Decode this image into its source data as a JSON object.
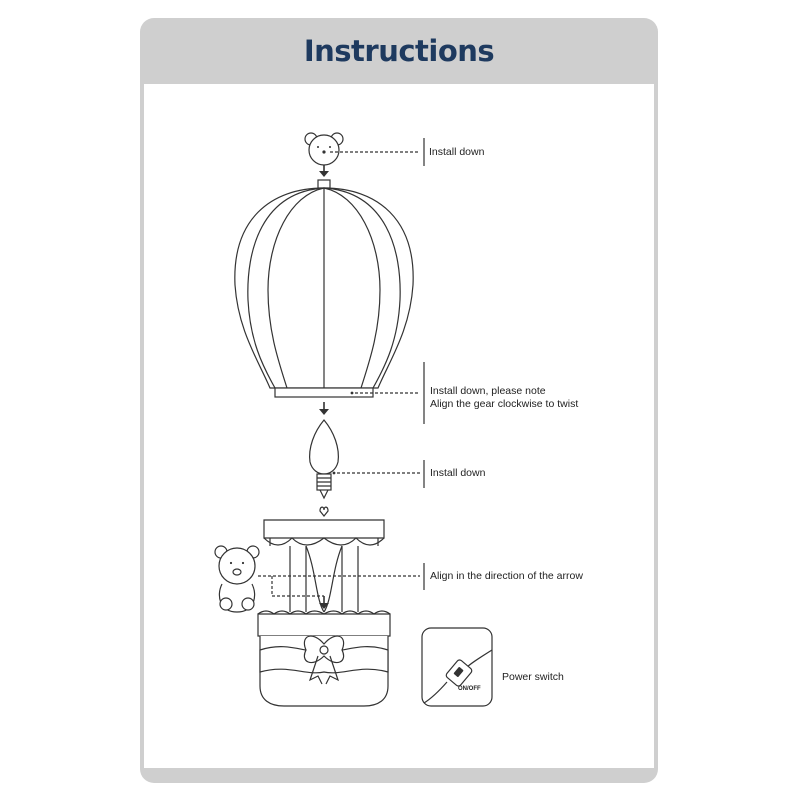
{
  "header": {
    "title": "Instructions"
  },
  "callouts": {
    "bear_topper": "Install down",
    "balloon_line1": "Install down, please note",
    "balloon_line2": "Align the gear clockwise to twist",
    "bulb": "Install down",
    "basket": "Align in the direction of the arrow",
    "switch": "Power switch"
  },
  "switch_label": "ON/OFF"
}
